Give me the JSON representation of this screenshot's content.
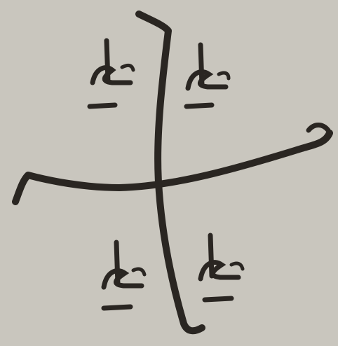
{
  "diagram": {
    "type": "handwritten-cross",
    "colors": {
      "paper": "#c9c6be",
      "ink": "#2a2622"
    },
    "quadrant_labels": {
      "top_left": "ﻂ",
      "top_right": "ﻂ",
      "bottom_left": "ﻂ",
      "bottom_right": "ﻂ"
    }
  }
}
